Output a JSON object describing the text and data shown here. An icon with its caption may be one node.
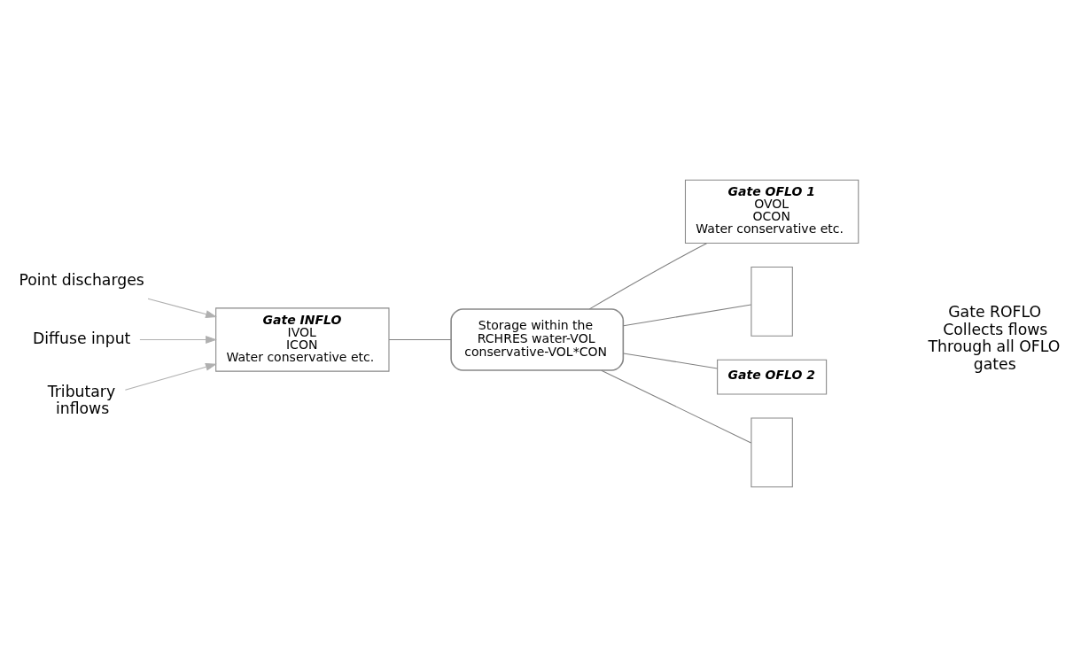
{
  "diagram": {
    "nodes": [
      {
        "text": [
          "Point discharges"
        ]
      },
      {
        "text": [
          "Diffuse input"
        ]
      },
      {
        "text": [
          "Tributary inflows"
        ]
      },
      {
        "text": [
          "Gate INFLO",
          "IVOL",
          "ICON",
          "Water conservative etc."
        ]
      },
      {
        "text": [
          "Storage within the RCHRES water-VOL conservative-VOL*CON"
        ]
      },
      {
        "text": [
          "Gate OFLO 1",
          "OVOL",
          "OCON",
          "Water conservative etc."
        ]
      },
      {
        "text": [],
        "shape": "box"
      },
      {
        "text": [
          "Gate OFLO 2"
        ]
      },
      {
        "text": [],
        "shape": "box"
      },
      {
        "text": [
          "Gate ROFLO Collects flows Through all OFLO gates"
        ]
      }
    ],
    "edges": [
      {
        "from": 0,
        "to": 3,
        "arrow": "to",
        "color": "#b0b0b0"
      },
      {
        "from": 1,
        "to": 3,
        "arrow": "to",
        "color": "#b0b0b0"
      },
      {
        "from": 2,
        "to": 3,
        "arrow": "to",
        "color": "#b0b0b0"
      },
      {
        "from": 3,
        "to": 4,
        "arrow": "none"
      },
      {
        "from": 4,
        "to": 5,
        "arrow": "none"
      },
      {
        "from": 4,
        "to": 6,
        "arrow": "none"
      },
      {
        "from": 4,
        "to": 7,
        "arrow": "none"
      },
      {
        "from": 4,
        "to": 8,
        "arrow": "none"
      }
    ]
  }
}
